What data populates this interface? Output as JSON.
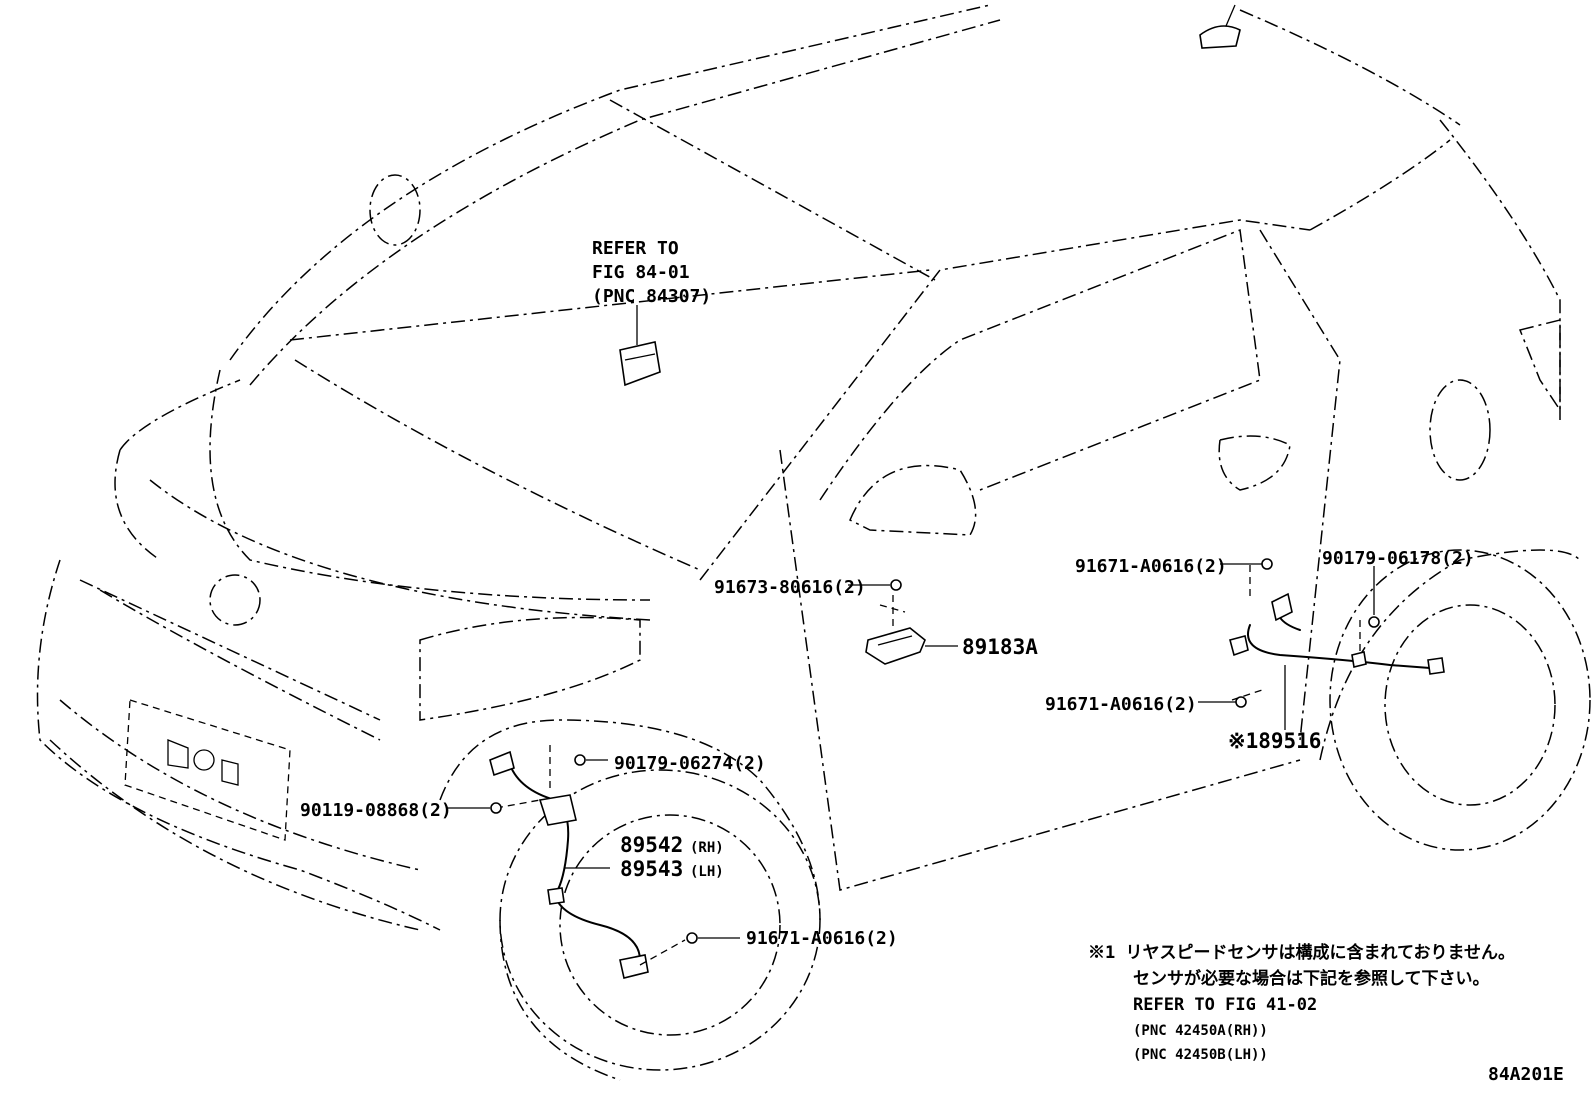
{
  "refer_top": {
    "line1": "REFER TO",
    "line2": "FIG 84-01",
    "line3": "(PNC 84307)"
  },
  "callouts": {
    "bolt_91673": "91673-80616(2)",
    "part_89183A": "89183A",
    "bolt_91671_upper": "91671-A0616(2)",
    "nut_90179_06178": "90179-06178(2)",
    "bolt_91671_middle": "91671-A0616(2)",
    "part_89516": "※189516",
    "nut_90179_06274": "90179-06274(2)",
    "clip_90119": "90119-08868(2)",
    "part_89542": "89542",
    "part_89542_side": "(RH)",
    "part_89543": "89543",
    "part_89543_side": "(LH)",
    "bolt_91671_lower": "91671-A0616(2)"
  },
  "footnote": {
    "line1": "※1 リヤスピードセンサは構成に含まれておりません。",
    "line2": "センサが必要な場合は下記を参照して下さい。",
    "line3": "REFER TO FIG 41-02",
    "line4": "(PNC 42450A(RH))",
    "line5": "(PNC 42450B(LH))"
  },
  "figure_id": "84A201E"
}
